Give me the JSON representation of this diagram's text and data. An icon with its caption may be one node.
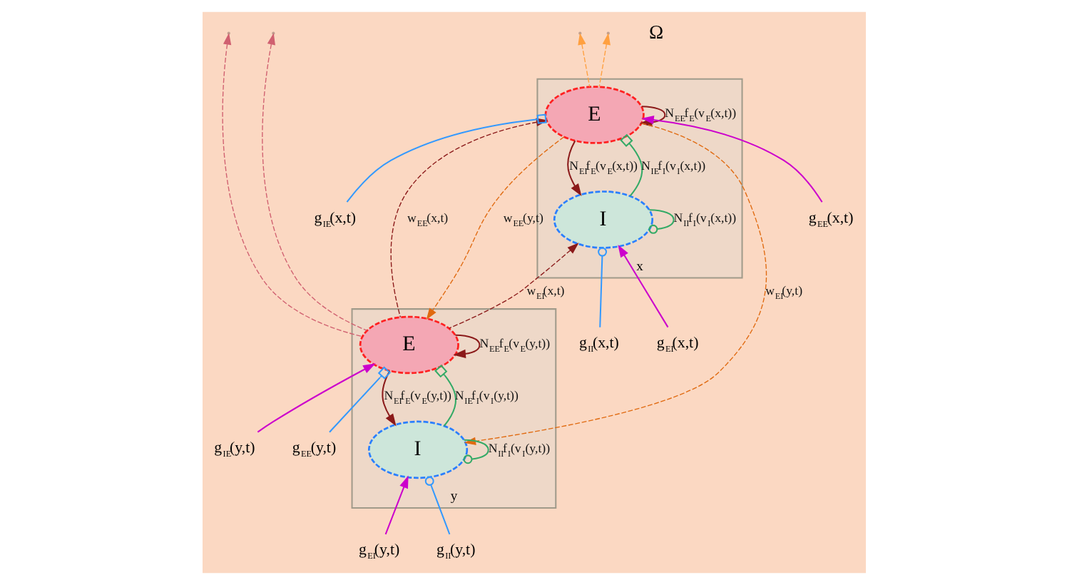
{
  "diagram": {
    "nodes": [
      {
        "text": [
          "x"
        ]
      },
      {
        "text": [
          "E"
        ],
        "in": 0
      },
      {
        "text": [
          "I"
        ],
        "in": 0
      },
      {
        "text": [
          "y"
        ]
      },
      {
        "text": [
          "E"
        ],
        "in": 3
      },
      {
        "text": [
          "I"
        ],
        "in": 3
      },
      {
        "text": [
          "g$_{EE}$(x,t)"
        ]
      },
      {
        "text": [
          "g$_{IE}$(x,t)"
        ]
      },
      {
        "text": [
          "g$_{EI}$(x,t)"
        ]
      },
      {
        "text": [
          "g$_{II}$(x,t)"
        ]
      },
      {
        "text": [
          "g$_{EE}$(y,t)"
        ]
      },
      {
        "text": [
          "g$_{IE}$(y,t)"
        ]
      },
      {
        "text": [
          "g$_{EI}$(y,t)"
        ]
      },
      {
        "text": [
          "g$_{II}$(y,t)"
        ]
      }
    ],
    "edges": [
      {
        "from": 6,
        "to": 1,
        "arrow": "to",
        "color": "#cc00cc"
      },
      {
        "from": 7,
        "to": 1,
        "arrow": "other",
        "color": "#3399ff"
      },
      {
        "from": 1,
        "to": 1,
        "arrow": "to",
        "label": "N$_{EE}$f$_{E}$(v$_{E}$(x,t))",
        "color": "#8b1a1a"
      },
      {
        "from": 1,
        "to": 2,
        "arrow": "to",
        "label": "N$_{EI}$f$_{E}$(v$_{E}$(x,t))",
        "color": "#8b1a1a"
      },
      {
        "from": 2,
        "to": 1,
        "arrow": "other",
        "label": "N$_{IE}$f$_{I}$(v$_{I}$(x,t))",
        "color": "#33aa66"
      },
      {
        "from": 2,
        "to": 2,
        "arrow": "other",
        "label": "N$_{II}$f$_{I}$(v$_{I}$(x,t))",
        "color": "#33aa66"
      },
      {
        "from": 8,
        "to": 2,
        "arrow": "to",
        "color": "#cc00cc"
      },
      {
        "from": 9,
        "to": 2,
        "arrow": "other",
        "color": "#3399ff"
      },
      {
        "from": 1,
        "to": 4,
        "arrow": "to",
        "label": "w$_{EE}$(y,t)",
        "style": "dashed",
        "color": "#e06a10"
      },
      {
        "from": 4,
        "to": 1,
        "arrow": "to",
        "label": "w$_{EE}$(x,t)",
        "style": "dashed",
        "color": "#8b1a1a"
      },
      {
        "from": 1,
        "to": 5,
        "arrow": "to",
        "label": "w$_{EI}$(y,t)",
        "style": "dashed",
        "color": "#e06a10"
      },
      {
        "from": 4,
        "to": 2,
        "arrow": "to",
        "label": "w$_{EI}$(x,t)",
        "style": "dashed",
        "color": "#8b1a1a"
      },
      {
        "from": 1,
        "to": null,
        "arrow": "to",
        "style": "dashed",
        "color": "#ffa040"
      },
      {
        "from": 1,
        "to": null,
        "arrow": "to",
        "style": "dashed",
        "color": "#ffa040"
      },
      {
        "from": 10,
        "to": 4,
        "arrow": "other",
        "color": "#3399ff"
      },
      {
        "from": 11,
        "to": 4,
        "arrow": "to",
        "color": "#cc00cc"
      },
      {
        "from": 4,
        "to": 4,
        "arrow": "to",
        "label": "N$_{EE}$f$_{E}$(v$_{E}$(y,t))",
        "color": "#8b1a1a"
      },
      {
        "from": 4,
        "to": 5,
        "arrow": "to",
        "label": "N$_{EI}$f$_{E}$(v$_{E}$(y,t))",
        "color": "#8b1a1a"
      },
      {
        "from": 5,
        "to": 4,
        "arrow": "other",
        "label": "N$_{IE}$f$_{I}$(v$_{I}$(y,t))",
        "color": "#33aa66"
      },
      {
        "from": 5,
        "to": 5,
        "arrow": "other",
        "label": "N$_{II}$f$_{I}$(v$_{I}$(y,t))",
        "color": "#33aa66"
      },
      {
        "from": 12,
        "to": 5,
        "arrow": "to",
        "color": "#cc00cc"
      },
      {
        "from": 13,
        "to": 5,
        "arrow": "other",
        "color": "#3399ff"
      },
      {
        "from": 4,
        "to": null,
        "arrow": "to",
        "style": "dashed",
        "color": "#d06070"
      },
      {
        "from": 4,
        "to": null,
        "arrow": "to",
        "style": "dashed",
        "color": "#d06070"
      }
    ],
    "labels": [
      "Ω"
    ]
  }
}
